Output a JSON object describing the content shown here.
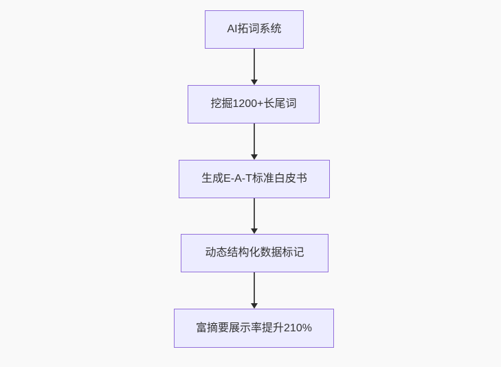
{
  "flowchart": {
    "type": "flowchart",
    "direction": "top-down",
    "nodes": [
      {
        "id": "node-0",
        "label": "AI拓词系统"
      },
      {
        "id": "node-1",
        "label": "挖掘1200+长尾词"
      },
      {
        "id": "node-2",
        "label": "生成E-A-T标准白皮书"
      },
      {
        "id": "node-3",
        "label": "动态结构化数据标记"
      },
      {
        "id": "node-4",
        "label": "富摘要展示率提升210%"
      }
    ],
    "edges": [
      {
        "from": 0,
        "to": 1,
        "style": "arrow-down"
      },
      {
        "from": 1,
        "to": 2,
        "style": "arrow-down"
      },
      {
        "from": 2,
        "to": 3,
        "style": "arrow-down"
      },
      {
        "from": 3,
        "to": 4,
        "style": "arrow-down"
      }
    ],
    "colors": {
      "background": "#f9f9f9",
      "node_fill": "#ECECFF",
      "node_border": "#9370DB",
      "text": "#333333",
      "edge_line": "#4b4b4b",
      "arrowhead": "#2b2b2b"
    }
  }
}
